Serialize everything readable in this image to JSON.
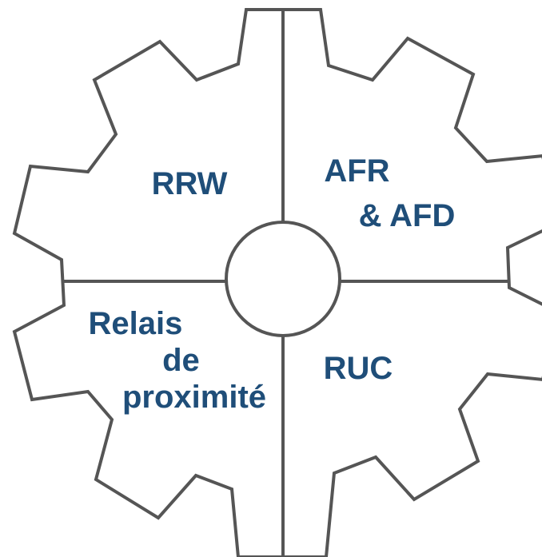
{
  "diagram": {
    "colors": {
      "outline": "#555555",
      "text": "#1f4e79",
      "fill": "#ffffff"
    },
    "quadrants": {
      "top_left": {
        "lines": [
          "RRW"
        ]
      },
      "top_right": {
        "lines": [
          "AFR",
          "& AFD"
        ]
      },
      "bottom_left": {
        "lines": [
          "Relais",
          "de",
          "proximité"
        ]
      },
      "bottom_right": {
        "lines": [
          "RUC"
        ]
      }
    }
  }
}
